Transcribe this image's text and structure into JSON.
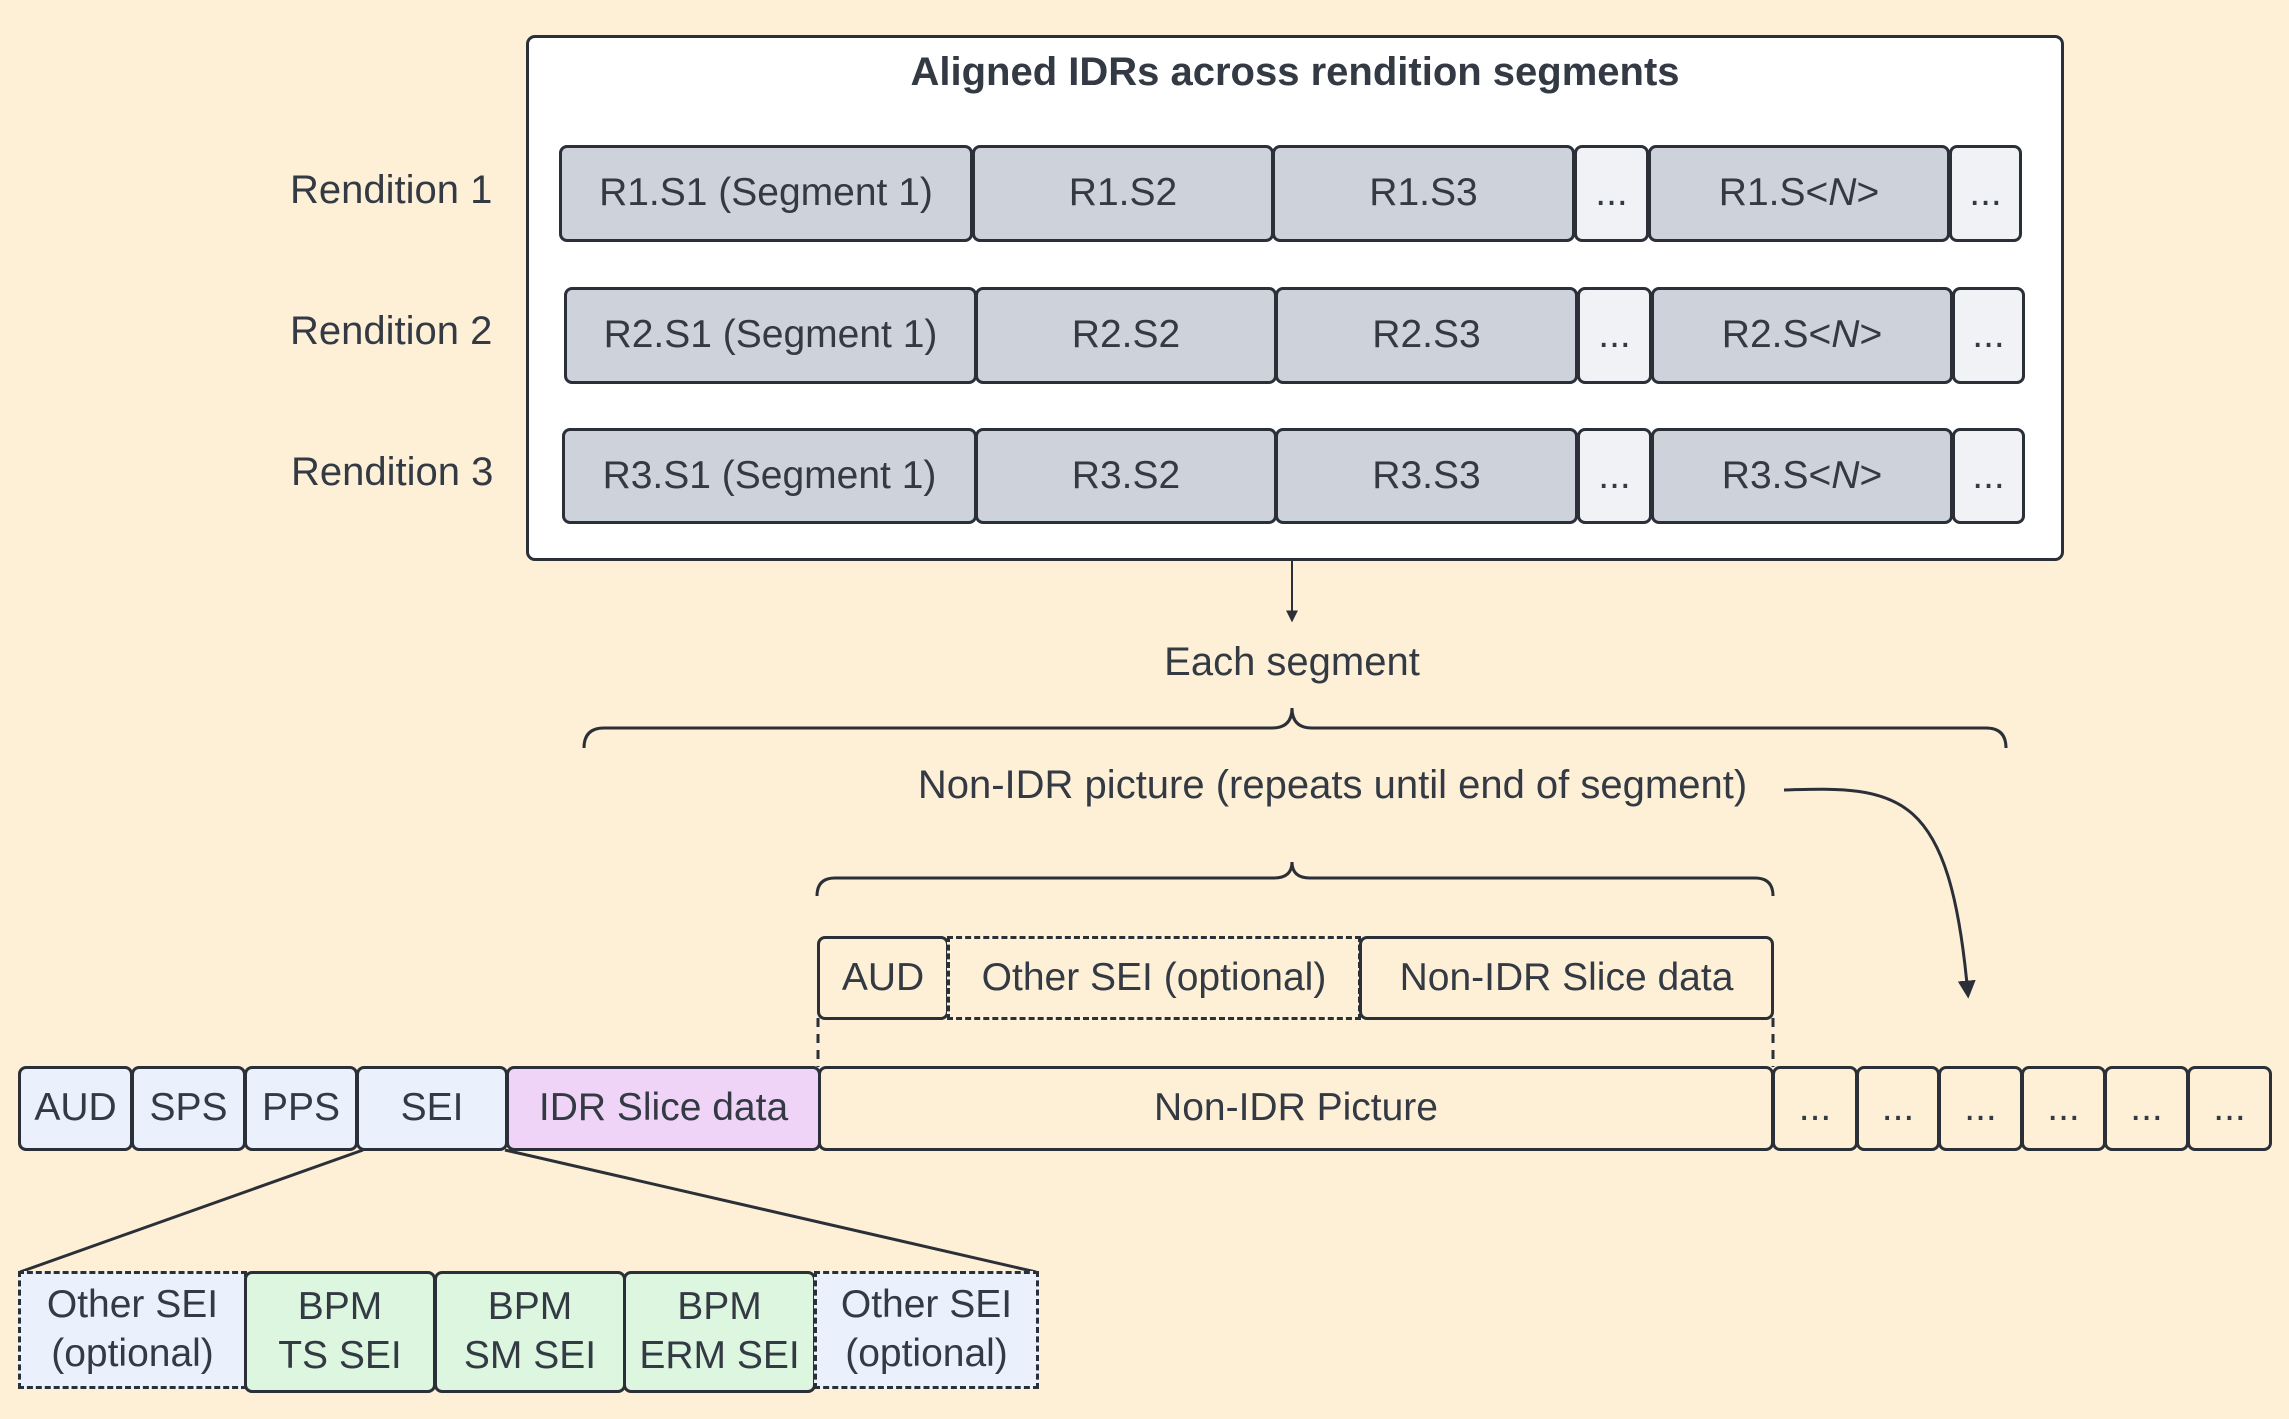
{
  "panel": {
    "title": "Aligned IDRs across rendition segments",
    "renditions": [
      {
        "label": "Rendition 1",
        "segments": [
          "R1.S1 (Segment 1)",
          "R1.S2",
          "R1.S3",
          "...",
          "R1.S",
          "..."
        ],
        "last_prefix": "R1.S"
      },
      {
        "label": "Rendition 2",
        "segments": [
          "R2.S1 (Segment 1)",
          "R2.S2",
          "R2.S3",
          "...",
          "R2.S",
          "..."
        ],
        "last_prefix": "R2.S"
      },
      {
        "label": "Rendition 3",
        "segments": [
          "R3.S1 (Segment 1)",
          "R3.S2",
          "R3.S3",
          "...",
          "R3.S",
          "..."
        ],
        "last_prefix": "R3.S"
      }
    ],
    "nth_open": "<",
    "nth_var": "N",
    "nth_close": ">"
  },
  "each_segment_label": "Each segment",
  "non_idr_repeat_label": "Non-IDR picture (repeats until end of segment)",
  "non_idr_detail": {
    "aud": "AUD",
    "other_sei": "Other SEI (optional)",
    "slice": "Non-IDR Slice data"
  },
  "stream": {
    "aud": "AUD",
    "sps": "SPS",
    "pps": "PPS",
    "sei": "SEI",
    "idr_slice": "IDR Slice data",
    "non_idr_picture": "Non-IDR Picture",
    "ellipses": [
      "...",
      "...",
      "...",
      "...",
      "...",
      "..."
    ]
  },
  "sei_detail": [
    {
      "line1": "Other SEI",
      "line2": "(optional)"
    },
    {
      "line1": "BPM",
      "line2": "TS SEI"
    },
    {
      "line1": "BPM",
      "line2": "SM SEI"
    },
    {
      "line1": "BPM",
      "line2": "ERM SEI"
    },
    {
      "line1": "Other SEI",
      "line2": "(optional)"
    }
  ],
  "colors": {
    "background": "#fdf0d6",
    "segment": "#ced3db",
    "ellipsis": "#f1f2f5",
    "nal_blue": "#eaf0fc",
    "idr_purple": "#efd4f7",
    "bpm_green": "#dcf6df",
    "stroke": "#2b3038"
  }
}
